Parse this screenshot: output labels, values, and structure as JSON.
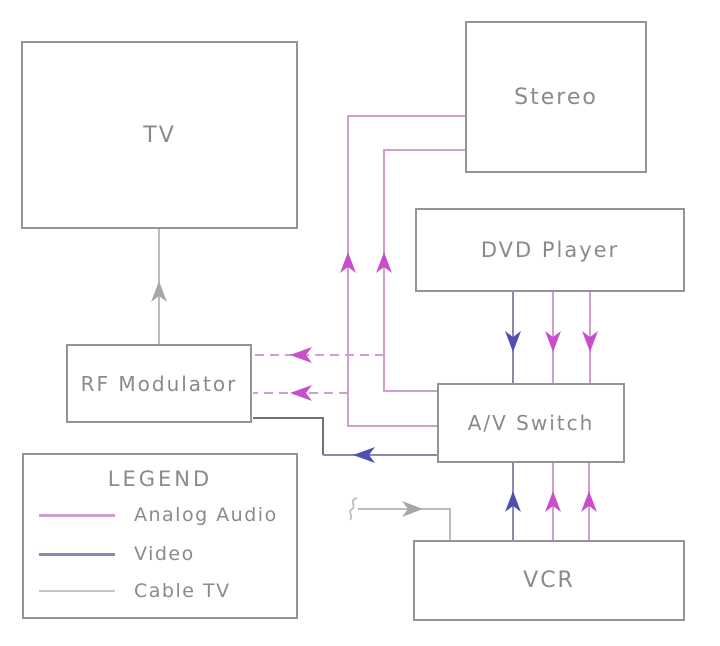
{
  "nodes": {
    "tv": {
      "label": "TV"
    },
    "stereo": {
      "label": "Stereo"
    },
    "dvd_player": {
      "label": "DVD Player"
    },
    "rf_modulator": {
      "label": "RF Modulator"
    },
    "av_switch": {
      "label": "A/V Switch"
    },
    "vcr": {
      "label": "VCR"
    }
  },
  "legend": {
    "title": "LEGEND",
    "items": [
      {
        "label": "Analog Audio",
        "color": "#cf9fcf"
      },
      {
        "label": "Video",
        "color": "#8a8aac"
      },
      {
        "label": "Cable TV",
        "color": "#c6c6c6"
      }
    ]
  },
  "colors": {
    "analog_audio_line": "#cf9fcf",
    "analog_audio_arrow": "#c94ec9",
    "video_line": "#8a8aac",
    "video_arrow": "#4f4fb2",
    "cable_line": "#bcbcbc",
    "cable_arrow": "#a6a6a6",
    "legend_cable": "#c6c6c6",
    "connector_dark": "#6f6f7d",
    "box_border": "#949494",
    "text": "#8a8a8a"
  },
  "connections": [
    {
      "from": "RF Modulator",
      "to": "TV",
      "type": "Cable TV",
      "style": "solid"
    },
    {
      "from": "cable-feed-break",
      "to": "VCR",
      "type": "Cable TV",
      "style": "solid"
    },
    {
      "from": "A/V Switch",
      "to": "Stereo",
      "type": "Analog Audio",
      "style": "solid",
      "count": 2
    },
    {
      "from": "A/V Switch",
      "to": "RF Modulator",
      "type": "Analog Audio",
      "style": "dashed",
      "count": 2
    },
    {
      "from": "A/V Switch",
      "to": "RF Modulator",
      "type": "Video",
      "style": "solid"
    },
    {
      "from": "DVD Player",
      "to": "A/V Switch",
      "type": "Video",
      "style": "solid"
    },
    {
      "from": "DVD Player",
      "to": "A/V Switch",
      "type": "Analog Audio",
      "style": "solid",
      "count": 2
    },
    {
      "from": "VCR",
      "to": "A/V Switch",
      "type": "Video",
      "style": "solid"
    },
    {
      "from": "VCR",
      "to": "A/V Switch",
      "type": "Analog Audio",
      "style": "solid",
      "count": 2
    }
  ]
}
